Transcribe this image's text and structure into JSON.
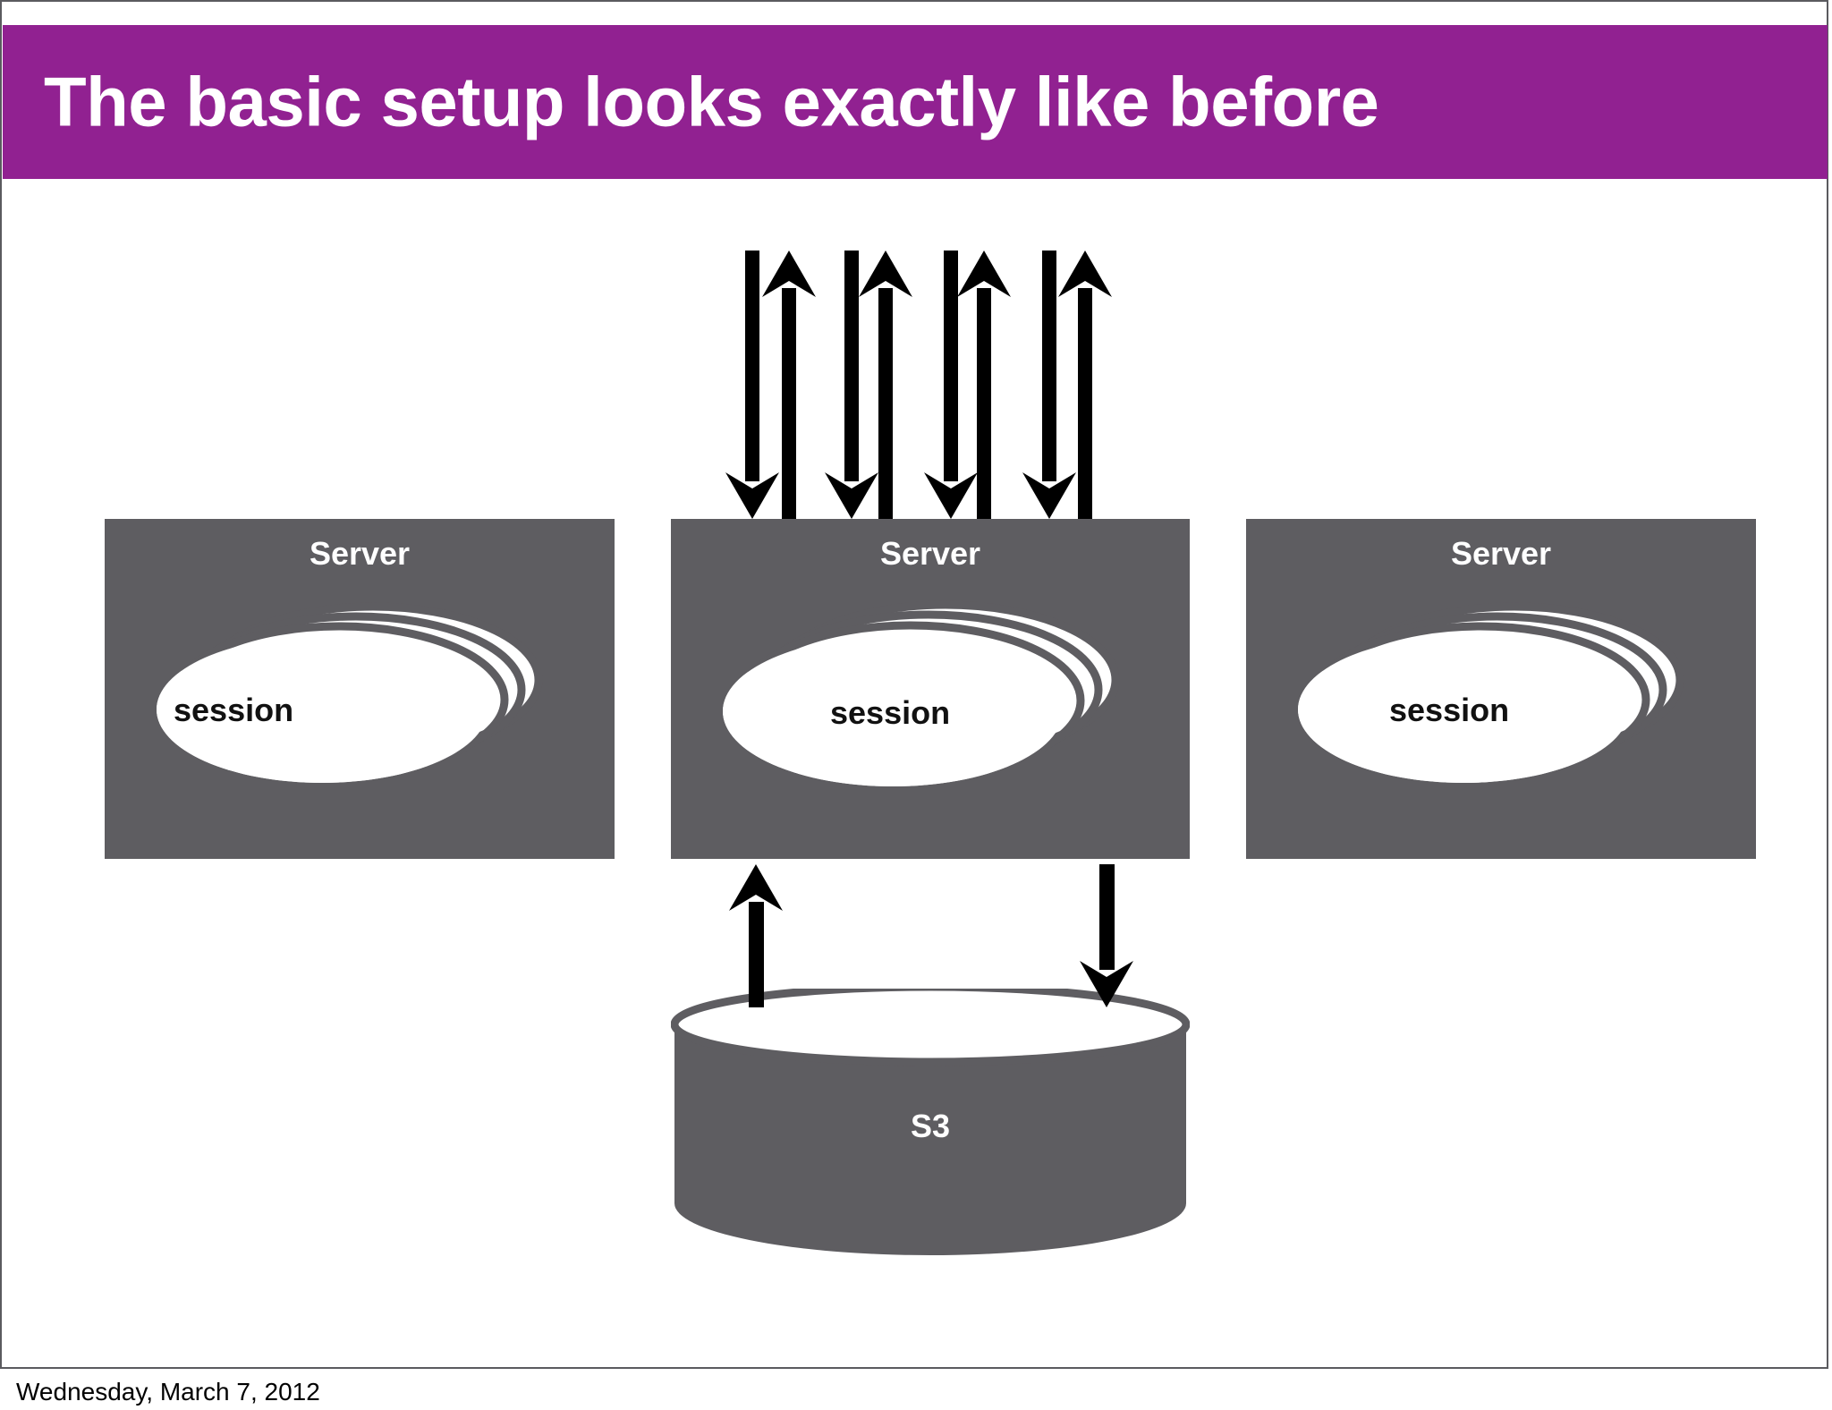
{
  "slide": {
    "title": "The basic setup looks exactly like before",
    "footer_date": "Wednesday, March 7, 2012",
    "colors": {
      "title_band": "#912191",
      "title_text": "#ffffff",
      "box_gray": "#5e5d61",
      "session_fill": "#ffffff",
      "arrow": "#000000",
      "background": "#ffffff",
      "frame": "#5b5b5f"
    }
  },
  "diagram": {
    "servers": [
      {
        "id": "server-left",
        "title": "Server",
        "session_label": "session",
        "session_count": 4
      },
      {
        "id": "server-middle",
        "title": "Server",
        "session_label": "session",
        "session_count": 4
      },
      {
        "id": "server-right",
        "title": "Server",
        "session_label": "session",
        "session_count": 4
      }
    ],
    "storage": {
      "id": "s3-store",
      "label": "S3",
      "shape": "cylinder"
    },
    "client_arrows": {
      "pairs": 4,
      "down_label": "request-in",
      "up_label": "response-out"
    },
    "storage_arrows": [
      {
        "id": "s3-to-server",
        "direction": "up"
      },
      {
        "id": "server-to-s3",
        "direction": "down"
      }
    ]
  }
}
